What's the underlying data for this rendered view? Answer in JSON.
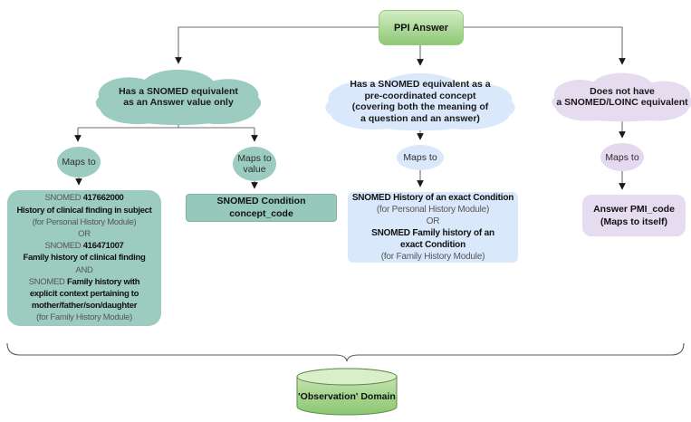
{
  "diagram": {
    "root": {
      "label": "PPI Answer"
    },
    "branches": {
      "left": {
        "condition": {
          "lines": [
            "Has a SNOMED equivalent",
            "as an Answer value only"
          ]
        },
        "maps_to_answer": {
          "label": "Maps to"
        },
        "maps_to_value": {
          "line1": "Maps to",
          "line2": "value"
        },
        "result_codes": {
          "l1_normal": "SNOMED ",
          "l1_bold": "417662000",
          "l2": "History of clinical finding in subject",
          "l3": "(for Personal History Module)",
          "l4": "OR",
          "l5_normal": "SNOMED ",
          "l5_bold": "416471007",
          "l6": "Family history of clinical finding",
          "l7": "AND",
          "l8_normal": "SNOMED ",
          "l8_bold": "Family history with",
          "l9": "explicit context pertaining to",
          "l10": "mother/father/son/daughter",
          "l11": "(for Family History Module)"
        },
        "result_value": {
          "line1": "SNOMED Condition",
          "line2": "concept_code"
        }
      },
      "middle": {
        "condition": {
          "lines": [
            "Has a SNOMED equivalent as a",
            "pre-coordinated concept",
            "(covering both the meaning of",
            "a question and an answer)"
          ]
        },
        "maps_to": {
          "label": "Maps to"
        },
        "result": {
          "l1": "SNOMED History of an exact Condition",
          "l2": "(for Personal History Module)",
          "l3": "OR",
          "l4": "SNOMED Family history of an",
          "l5": "exact Condition",
          "l6": "(for Family History Module)"
        }
      },
      "right": {
        "condition": {
          "lines": [
            "Does not have",
            "a SNOMED/LOINC equivalent"
          ]
        },
        "maps_to": {
          "label": "Maps to"
        },
        "result": {
          "line1": "Answer PMI_code",
          "line2": "(Maps to itself)"
        }
      }
    },
    "domain": {
      "label": "'Observation' Domain"
    },
    "colors": {
      "teal": "#9ccbc0",
      "blue": "#dae8fb",
      "lavender": "#e6dcef",
      "green_light": "#d2ecc3",
      "green_dark": "#8fc876",
      "line_gray": "#6f6f6f"
    }
  }
}
